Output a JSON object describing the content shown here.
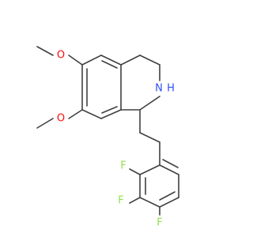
{
  "molecule": {
    "atoms": {
      "O1": {
        "symbol": "O",
        "color": "#ff0d0d"
      },
      "O2": {
        "symbol": "O",
        "color": "#ff0d0d"
      },
      "N1": {
        "symbol": "N",
        "color": "#3050f8"
      },
      "N1H": {
        "symbol": "H",
        "color": "#3050f8"
      },
      "F1": {
        "symbol": "F",
        "color": "#90e050"
      },
      "F2": {
        "symbol": "F",
        "color": "#90e050"
      },
      "F3": {
        "symbol": "F",
        "color": "#90e050"
      }
    },
    "bond_color": "#404040"
  }
}
